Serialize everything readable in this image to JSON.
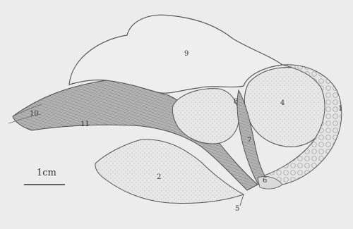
{
  "figure": {
    "scale_bar_label": "1cm",
    "labels": [
      "9",
      "4",
      "10",
      "11",
      "2",
      "5",
      "6",
      "7",
      "8",
      "1"
    ]
  }
}
